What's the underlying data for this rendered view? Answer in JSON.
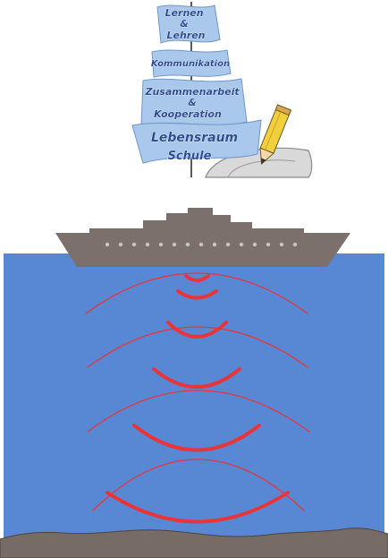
{
  "logo": {
    "sails": [
      {
        "lines": [
          "Lernen",
          "&",
          "Lehren"
        ]
      },
      {
        "lines": [
          "Kommunikation"
        ]
      },
      {
        "lines": [
          "Zusammenarbeit",
          "&",
          "Kooperation"
        ]
      },
      {
        "lines": [
          "Lebensraum",
          "Schule"
        ]
      }
    ]
  },
  "colors": {
    "water": "#5888d4",
    "ship": "#7c706c",
    "ship_portholes": "#c9c3bf",
    "seafloor": "#776b66",
    "sonar_wave": "#ea3438",
    "sail": "#a9c8ec",
    "sail_text": "#2f4d93",
    "pencil": "#f2cf3c"
  },
  "icons": {
    "ship": "ship-icon",
    "pencil": "pencil-icon",
    "sailboat": "sailboat-logo-icon"
  }
}
